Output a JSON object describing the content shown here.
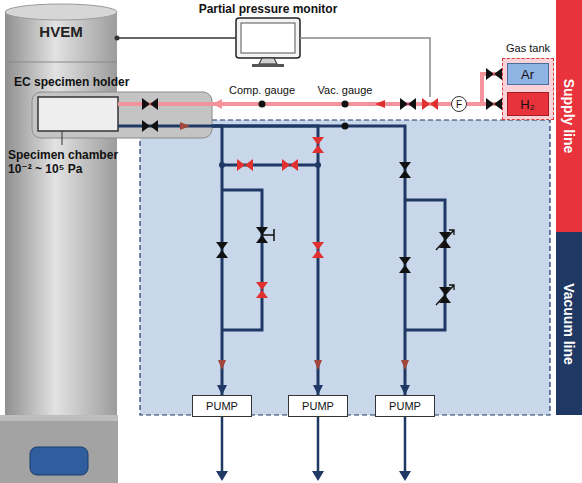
{
  "diagram": {
    "nodes": [
      {
        "text": [
          "HVEM"
        ]
      },
      {
        "text": [
          "EC specimen holder"
        ],
        "in": 0
      },
      {
        "text": [
          "Partial pressure monitor"
        ]
      },
      {
        "text": [
          "Gas tank"
        ]
      },
      {
        "text": [
          "Ar"
        ],
        "in": 3
      },
      {
        "text": [
          "H₂"
        ],
        "in": 3
      },
      {
        "text": [
          "F"
        ]
      },
      {
        "text": [
          "PUMP"
        ]
      },
      {
        "text": [
          "PUMP"
        ]
      },
      {
        "text": [
          "PUMP"
        ]
      },
      {
        "text": [
          "Supply line"
        ]
      },
      {
        "text": [
          "Vacuum line"
        ]
      }
    ],
    "edges": [
      {
        "from": 2,
        "to": 0,
        "arrow": "none"
      },
      {
        "from": 5,
        "to": 6,
        "arrow": "none"
      },
      {
        "from": 4,
        "to": 6,
        "arrow": "none"
      },
      {
        "from": 6,
        "to": 1,
        "arrow": "to"
      },
      {
        "from": 1,
        "to": 7,
        "arrow": "to"
      },
      {
        "from": 1,
        "to": 8,
        "arrow": "to"
      },
      {
        "from": 1,
        "to": 9,
        "arrow": "to"
      }
    ],
    "labels": [
      "Specimen chamber 10⁻² ~ 10⁵ Pa",
      "Comp. gauge",
      "Vac. gauge"
    ]
  }
}
